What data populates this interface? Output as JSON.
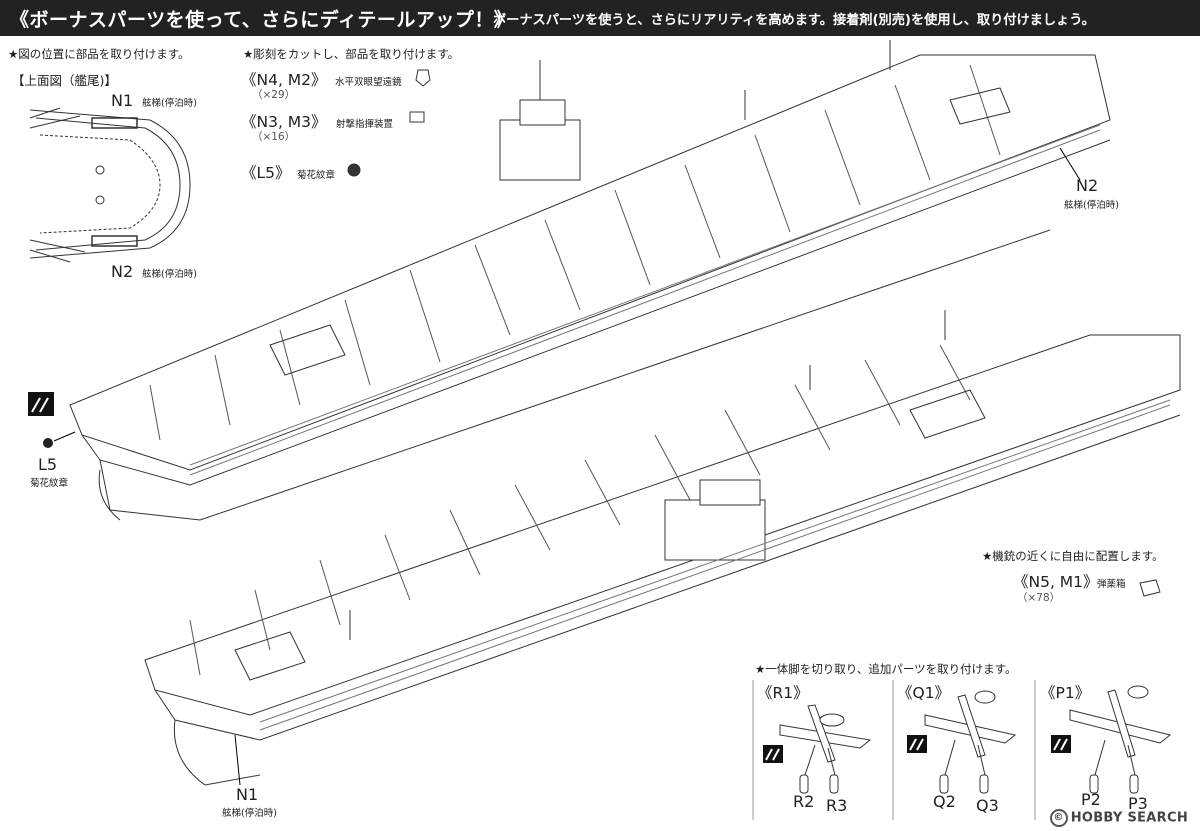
{
  "header": {
    "title": "《ボーナスパーツを使って、さらにディテールアップ！》",
    "subtitle": "ボーナスパーツを使うと、さらにリアリティを高めます。接着剤(別売)を使用し、取り付けましょう。"
  },
  "left_panel": {
    "note": "★図の位置に部品を取り付けます。",
    "view_title": "【上面図（艦尾)】",
    "n1_code": "N1",
    "n1_desc": "舷梯(停泊時)",
    "n2_code": "N2",
    "n2_desc": "舷梯(停泊時)"
  },
  "engrave_panel": {
    "note": "★彫刻をカットし、部品を取り付けます。",
    "items": [
      {
        "code": "《N4, M2》",
        "name": "水平双眼望遠鏡",
        "count": "（×29）",
        "icon": "binocular-icon"
      },
      {
        "code": "《N3, M3》",
        "name": "射撃指揮装置",
        "count": "（×16）",
        "icon": "fire-director-icon"
      },
      {
        "code": "《L5》",
        "name": "菊花紋章",
        "count": "",
        "icon": "chrysanthemum-crest-icon"
      }
    ]
  },
  "ship_top": {
    "n2_code": "N2",
    "n2_desc": "舷梯(停泊時)",
    "l5_code": "L5",
    "l5_desc": "菊花紋章"
  },
  "ship_bottom": {
    "n1_code": "N1",
    "n1_desc": "舷梯(停泊時)"
  },
  "ammo_panel": {
    "note": "★機銃の近くに自由に配置します。",
    "code": "《N5, M1》",
    "name": "弾薬箱",
    "count": "（×78）"
  },
  "aircraft_panel": {
    "note": "★一体脚を切り取り、追加パーツを取り付けます。",
    "groups": [
      {
        "code": "《R1》",
        "left": "R2",
        "right": "R3"
      },
      {
        "code": "《Q1》",
        "left": "Q2",
        "right": "Q3"
      },
      {
        "code": "《P1》",
        "left": "P2",
        "right": "P3"
      }
    ]
  },
  "watermark": {
    "text": "HOBBY SEARCH",
    "mark": "©"
  },
  "colors": {
    "header_bg": "#222222",
    "line": "#333333",
    "deck": "#ffffff"
  }
}
